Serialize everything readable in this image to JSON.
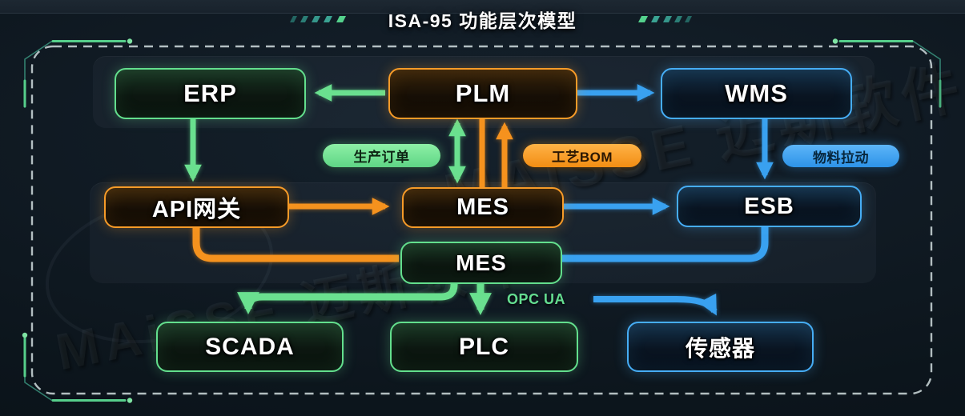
{
  "title": "ISA-95 功能层次模型",
  "watermark": {
    "text": "MAiSSE 迈斯软件"
  },
  "nodes": {
    "erp": {
      "label": "ERP",
      "color_role": "green"
    },
    "plm": {
      "label": "PLM",
      "color_role": "orange"
    },
    "wms": {
      "label": "WMS",
      "color_role": "blue"
    },
    "api_gateway": {
      "label": "API网关",
      "color_role": "orange"
    },
    "mes_mid": {
      "label": "MES",
      "color_role": "orange"
    },
    "esb": {
      "label": "ESB",
      "color_role": "blue"
    },
    "mes_lower": {
      "label": "MES",
      "color_role": "green"
    },
    "scada": {
      "label": "SCADA",
      "color_role": "green"
    },
    "plc": {
      "label": "PLC",
      "color_role": "green"
    },
    "sensor": {
      "label": "传感器",
      "color_role": "blue"
    }
  },
  "edge_labels": {
    "production_order": "生产订单",
    "process_bom": "工艺BOM",
    "material_pull": "物料拉动",
    "opc_ua": "OPC UA"
  },
  "edges": [
    {
      "from": "PLM",
      "to": "ERP",
      "color": "green"
    },
    {
      "from": "PLM",
      "to": "WMS",
      "color": "blue"
    },
    {
      "from": "ERP",
      "to": "API网关",
      "color": "green"
    },
    {
      "from": "PLM",
      "to": "MES",
      "color": "green",
      "bidirectional": true,
      "label": "生产订单"
    },
    {
      "from": "PLM",
      "to": "MES",
      "color": "orange",
      "line_only": true
    },
    {
      "from": "MES",
      "to": "PLM",
      "color": "orange",
      "label": "工艺BOM"
    },
    {
      "from": "WMS",
      "to": "ESB",
      "color": "blue",
      "label": "物料拉动"
    },
    {
      "from": "API网关",
      "to": "MES",
      "color": "orange"
    },
    {
      "from": "MES",
      "to": "ESB",
      "color": "blue"
    },
    {
      "from": "API网关",
      "to": "MES(lower)",
      "color": "orange",
      "line_only": true
    },
    {
      "from": "ESB",
      "to": "MES(lower)",
      "color": "blue",
      "line_only": true
    },
    {
      "from": "MES(lower)",
      "to": "SCADA",
      "color": "green"
    },
    {
      "from": "MES(lower)",
      "to": "PLC",
      "color": "green"
    },
    {
      "from": "MES(lower)",
      "to": "传感器",
      "color": "blue",
      "label": "OPC UA"
    }
  ],
  "colors": {
    "green": "#63df8d",
    "orange": "#f5921e",
    "blue": "#35a0ee",
    "frame_dash": "#dce8ea",
    "pill_green_bg": "#7ee69b",
    "pill_orange_bg": "#f9a132",
    "pill_blue_bg": "#3f9ef0"
  }
}
